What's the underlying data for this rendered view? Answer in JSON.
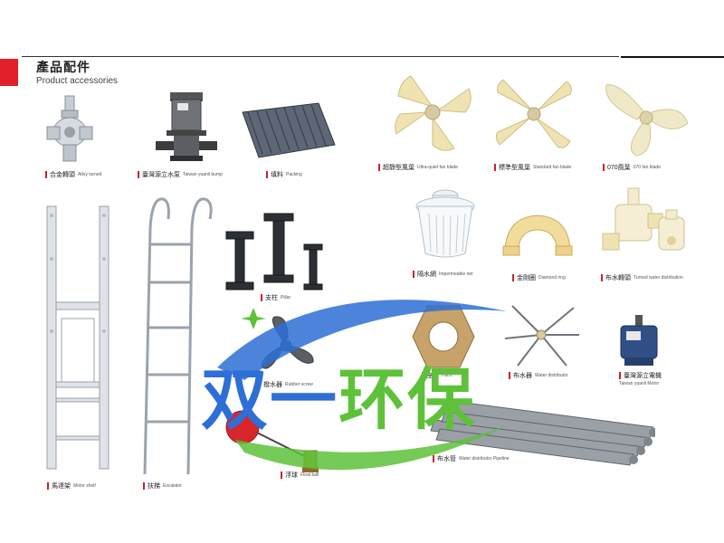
{
  "header": {
    "title_cn": "產品配件",
    "title_en": "Product accessories"
  },
  "items": [
    {
      "cn": "合金轉頭",
      "en": "Alloy turned",
      "icon": "alloy-nozzle-icon"
    },
    {
      "cn": "臺灣源立水泵",
      "en": "Taiwan yuanli bump",
      "icon": "water-pump-icon"
    },
    {
      "cn": "填料",
      "en": "Packing",
      "icon": "packing-fill-icon"
    },
    {
      "cn": "超靜型風葉",
      "en": "Ultra-quiet fan blade",
      "icon": "ultra-quiet-fan-blade-icon"
    },
    {
      "cn": "標準型風葉",
      "en": "Standard fan blade",
      "icon": "standard-fan-blade-icon"
    },
    {
      "cn": "070風葉",
      "en": "070 fan blade",
      "icon": "fan-blade-070-icon"
    },
    {
      "cn": "隔水網",
      "en": "Impermeable net",
      "icon": "impermeable-net-icon"
    },
    {
      "cn": "金剛圈",
      "en": "Diamond ring",
      "icon": "diamond-ring-icon"
    },
    {
      "cn": "布水轉頭",
      "en": "Turned water distribution",
      "icon": "water-distribution-head-icon"
    },
    {
      "cn": "支柱",
      "en": "Pillar",
      "icon": "pillar-icon"
    },
    {
      "cn": "撥水器",
      "en": "Rubber screw",
      "icon": "rubber-screw-icon"
    },
    {
      "cn": "座架",
      "en": "Hitch",
      "icon": "hitch-icon"
    },
    {
      "cn": "布水器",
      "en": "Water distributor",
      "icon": "water-distributor-icon"
    },
    {
      "cn": "臺灣源立電機",
      "en": "Taiwan yuanli Motor",
      "icon": "motor-icon"
    },
    {
      "cn": "浮球",
      "en": "Float ball",
      "icon": "float-ball-icon"
    },
    {
      "cn": "布水管",
      "en": "Water distributor Pipeline",
      "icon": "distributor-pipeline-icon"
    },
    {
      "cn": "馬達架",
      "en": "Motor shelf",
      "icon": "motor-shelf-icon"
    },
    {
      "cn": "扶梯",
      "en": "Escalator",
      "icon": "escalator-icon"
    }
  ],
  "watermark": {
    "chars": [
      "双",
      "一",
      "环",
      "保"
    ]
  },
  "colors": {
    "accent_red": "#e3202a",
    "watermark_blue": "#2d6fd6",
    "watermark_green": "#5ec13a",
    "fan_cream": "#f0e6b8"
  }
}
